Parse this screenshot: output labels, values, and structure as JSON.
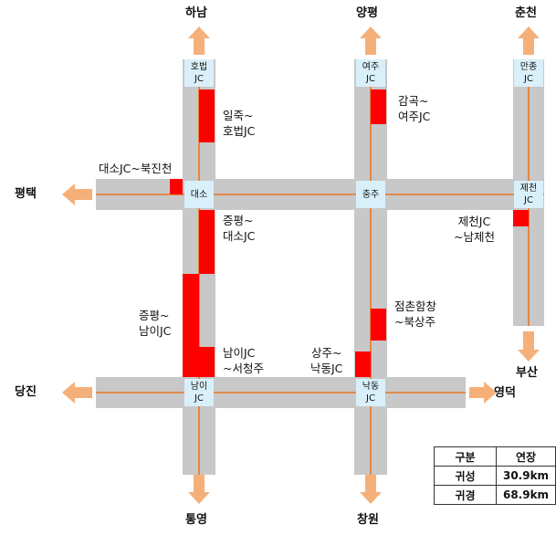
{
  "directions": {
    "hanam": "하남",
    "yangpyeong": "양평",
    "chuncheon": "춘천",
    "pyeongtaek": "평택",
    "dangjin": "당진",
    "busan": "부산",
    "yeongdeok": "영덕",
    "tongyeong": "통영",
    "changwon": "창원"
  },
  "nodes": {
    "hobeop": [
      "호법",
      "JC"
    ],
    "yeoju": [
      "여주",
      "JC"
    ],
    "manjong": [
      "만종",
      "JC"
    ],
    "daeso": [
      "대소"
    ],
    "chungju": [
      "충주"
    ],
    "jecheon": [
      "제천",
      "JC"
    ],
    "nami": [
      "남이",
      "JC"
    ],
    "nakdong": [
      "낙동",
      "JC"
    ]
  },
  "segments": {
    "iljuk_hobeop": [
      "일죽~",
      "호법JC"
    ],
    "gamgok_yeoju": [
      "감곡~",
      "여주JC"
    ],
    "daeso_bukjincheon": [
      "대소JC~북진천"
    ],
    "jeungpyeong_daeso": [
      "증평~",
      "대소JC"
    ],
    "jecheon_namjecheon": [
      "제천JC",
      "~남제천"
    ],
    "jeungpyeong_nami": [
      "증평~",
      "남이JC"
    ],
    "jeomchon_bugsangju": [
      "점촌함창",
      "~북상주"
    ],
    "nami_seocheongju": [
      "남이JC",
      "~서청주"
    ],
    "sangju_nakdong": [
      "상주~",
      "낙동JC"
    ]
  },
  "legend": {
    "headers": [
      "구분",
      "연장"
    ],
    "rows": [
      [
        "귀성",
        "30.9km"
      ],
      [
        "귀경",
        "68.9km"
      ]
    ]
  },
  "colors": {
    "road": "#c8c8c8",
    "centerline": "#e87722",
    "congestion": "#ff0000",
    "node": "#d9f0fa",
    "arrow": "#f5b07a"
  }
}
